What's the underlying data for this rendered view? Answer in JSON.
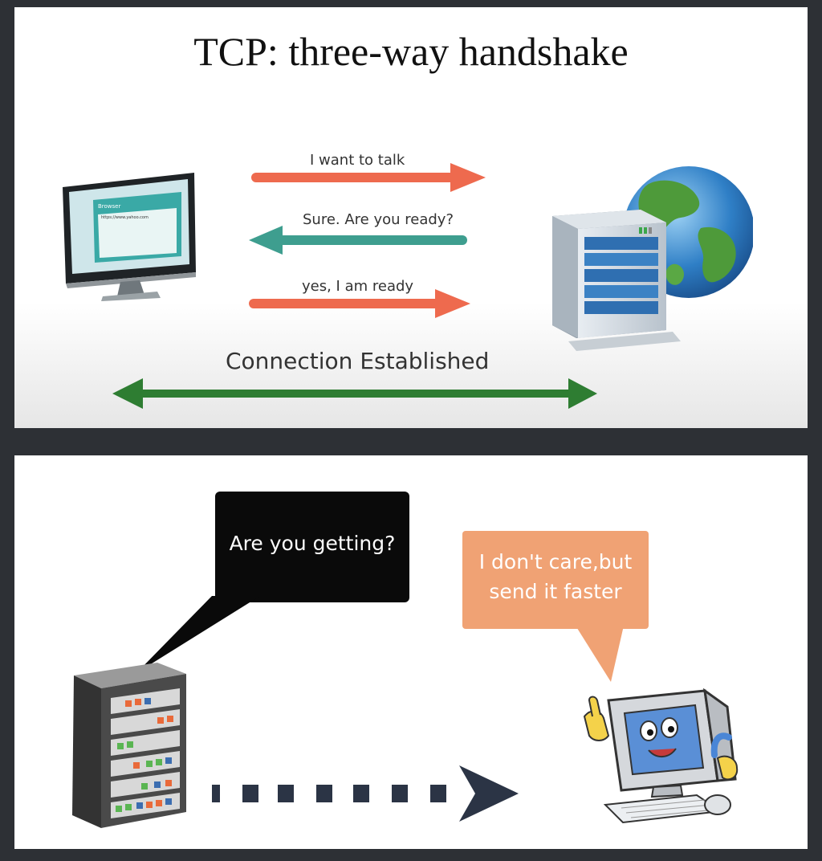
{
  "slide1": {
    "title": "TCP: three-way handshake",
    "messages": [
      {
        "text": "I want to talk",
        "direction": "right",
        "color": "#ee6a4e"
      },
      {
        "text": "Sure. Are you ready?",
        "direction": "left",
        "color": "#3e9e8f"
      },
      {
        "text": "yes, I am ready",
        "direction": "right",
        "color": "#ee6a4e"
      }
    ],
    "connection_label": "Connection Established",
    "connection_color": "#2e7d32",
    "browser": {
      "title": "Browser",
      "url": "https://www.yahoo.com"
    }
  },
  "slide2": {
    "server_bubble": "Are you getting?",
    "client_bubble_line1": "I don't care,but",
    "client_bubble_line2": "send it faster"
  }
}
